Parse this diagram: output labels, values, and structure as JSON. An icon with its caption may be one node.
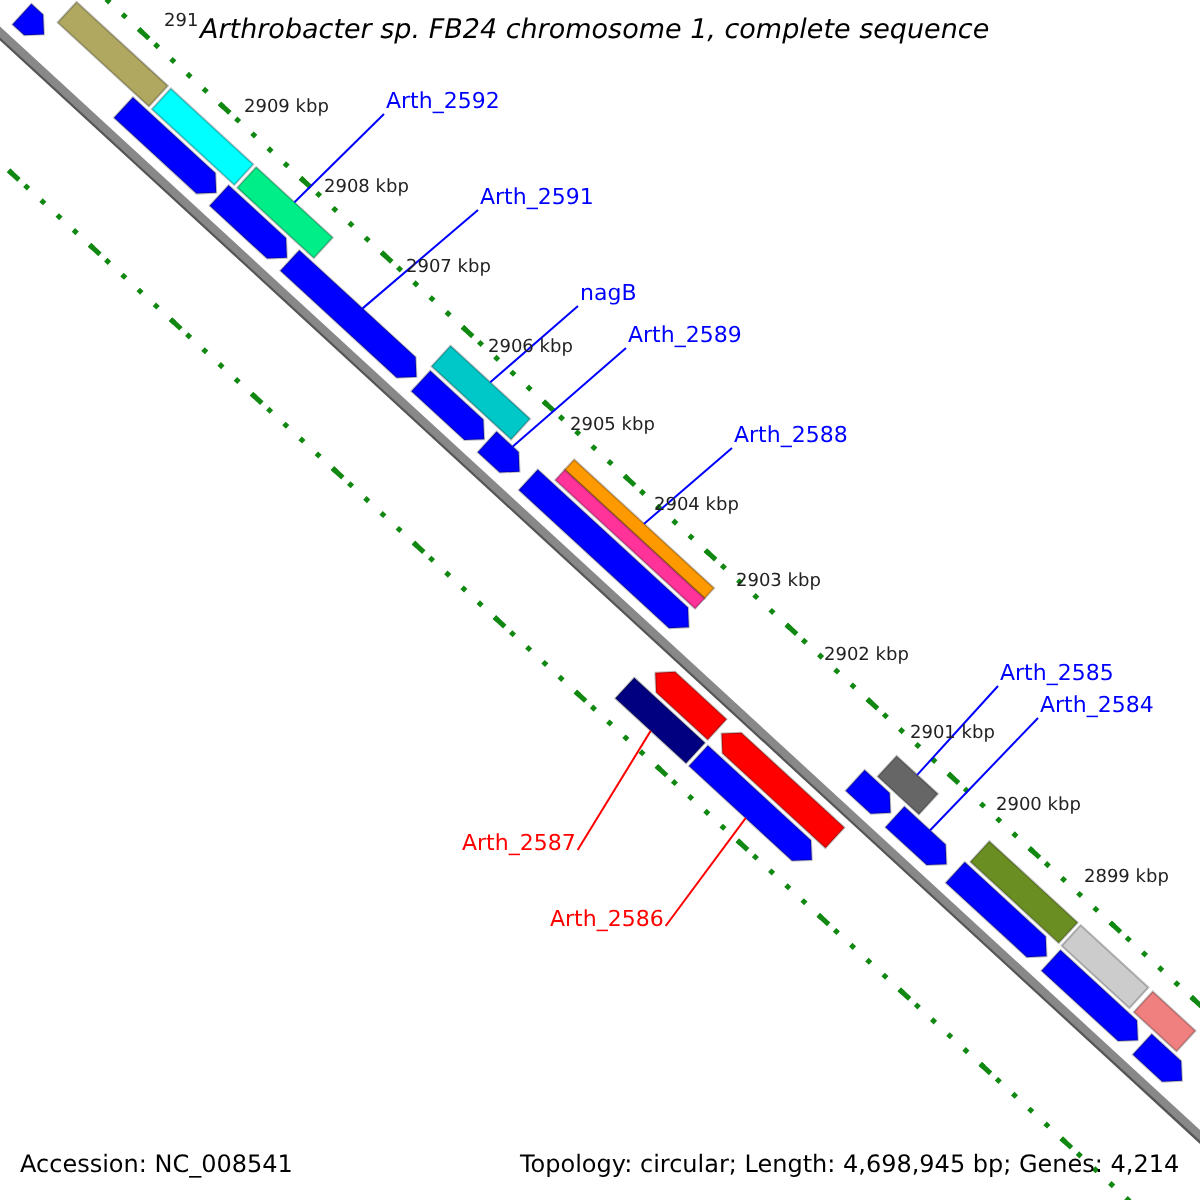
{
  "diagram": {
    "title": "Arthrobacter sp. FB24 chromosome 1, complete sequence",
    "nodes": [
      {
        "text": [
          "Arth_2592"
        ]
      },
      {
        "text": [
          "Arth_2591"
        ]
      },
      {
        "text": [
          "nagB"
        ]
      },
      {
        "text": [
          "Arth_2589"
        ]
      },
      {
        "text": [
          "Arth_2588"
        ]
      },
      {
        "text": [
          "Arth_2587"
        ]
      },
      {
        "text": [
          "Arth_2586"
        ]
      },
      {
        "text": [
          "Arth_2585"
        ]
      },
      {
        "text": [
          "Arth_2584"
        ]
      },
      {
        "text": [],
        "shape": "bar"
      },
      {
        "text": [],
        "shape": "arrow"
      },
      {
        "text": [],
        "shape": "arrow"
      },
      {
        "text": [],
        "shape": "bar"
      },
      {
        "text": [],
        "shape": "arrow"
      },
      {
        "text": [],
        "shape": "bar"
      },
      {
        "text": [],
        "shape": "arrow"
      },
      {
        "text": [],
        "shape": "bar"
      },
      {
        "text": [],
        "shape": "arrow"
      },
      {
        "text": [],
        "shape": "arrow"
      },
      {
        "text": [],
        "shape": "arrow"
      },
      {
        "text": [],
        "shape": "bar"
      },
      {
        "text": [],
        "shape": "bar"
      },
      {
        "text": [],
        "shape": "bar"
      },
      {
        "text": [],
        "shape": "arrow"
      },
      {
        "text": [],
        "shape": "arrow"
      },
      {
        "text": [],
        "shape": "arrow"
      },
      {
        "text": [],
        "shape": "arrow"
      },
      {
        "text": [],
        "shape": "bar"
      },
      {
        "text": [],
        "shape": "arrow"
      },
      {
        "text": [],
        "shape": "arrow"
      },
      {
        "text": [],
        "shape": "bar"
      },
      {
        "text": [],
        "shape": "bar"
      },
      {
        "text": [],
        "shape": "arrow"
      },
      {
        "text": [],
        "shape": "bar"
      },
      {
        "text": [],
        "shape": "arrow"
      }
    ],
    "edges": [
      {
        "from": 0,
        "to": 14,
        "arrow": "none"
      },
      {
        "from": 1,
        "to": 15,
        "arrow": "none"
      },
      {
        "from": 2,
        "to": 16,
        "arrow": "none"
      },
      {
        "from": 3,
        "to": 18,
        "arrow": "none"
      },
      {
        "from": 4,
        "to": 20,
        "arrow": "none"
      },
      {
        "from": 5,
        "to": 22,
        "arrow": "none",
        "color": "#ff0000"
      },
      {
        "from": 6,
        "to": 24,
        "arrow": "none",
        "color": "#ff0000"
      },
      {
        "from": 7,
        "to": 27,
        "arrow": "none"
      },
      {
        "from": 8,
        "to": 28,
        "arrow": "none"
      }
    ],
    "labels": [
      "291",
      "2909 kbp",
      "2908 kbp",
      "2907 kbp",
      "2906 kbp",
      "2905 kbp",
      "2904 kbp",
      "2903 kbp",
      "2902 kbp",
      "2901 kbp",
      "2900 kbp",
      "2899 kbp",
      "Accession: NC_008541",
      "Topology: circular; Length: 4,698,945 bp; Genes: 4,214"
    ]
  }
}
